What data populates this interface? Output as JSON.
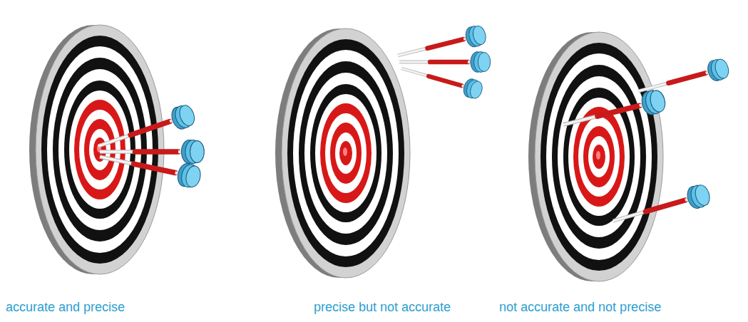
{
  "diagram": {
    "labels": [
      "accurate and precise",
      "precise but not accurate",
      "not accurate and not precise"
    ]
  }
}
